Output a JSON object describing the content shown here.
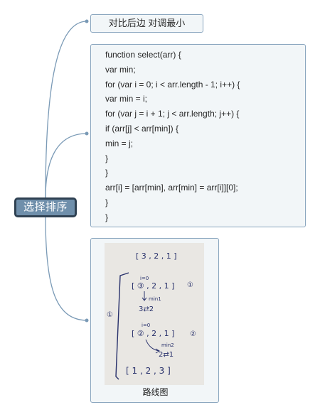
{
  "root": {
    "label": "选择排序"
  },
  "children": {
    "title_node": {
      "label": "对比后边 对调最小"
    },
    "code_node": {
      "lines": [
        "function select(arr) {",
        "var min;",
        "for (var i = 0; i < arr.length - 1; i++) {",
        "var min = i;",
        "for (var j = i + 1; j < arr.length; j++) {",
        "if (arr[j] < arr[min]) {",
        "min = j;",
        "}",
        "}",
        "arr[i] = [arr[min], arr[min] = arr[i]][0];",
        "}",
        "}"
      ]
    },
    "image_node": {
      "caption": "路线图",
      "handwriting": {
        "top": "[ 3 , 2 , 1 ]",
        "step1_index": "i=0",
        "step1_array": "[ ③ , 2 , 1 ]",
        "step1_circle": "①",
        "step1_min": "min1",
        "step1_swap": "3⇄2",
        "big_circle": "①",
        "step2_index": "i=0",
        "step2_array": "[ ② , 2 , 1 ]",
        "step2_circle": "②",
        "step2_min": "min2",
        "step2_swap": "2⇄1",
        "result": "[ 1 , 2 , 3 ]"
      }
    }
  },
  "colors": {
    "connector": "#7a9ab6",
    "root_fill": "#6f8fab",
    "root_border": "#2f4152",
    "node_fill": "#f2f6f8",
    "node_border": "#8aa6bf",
    "ink": "#27306b"
  }
}
